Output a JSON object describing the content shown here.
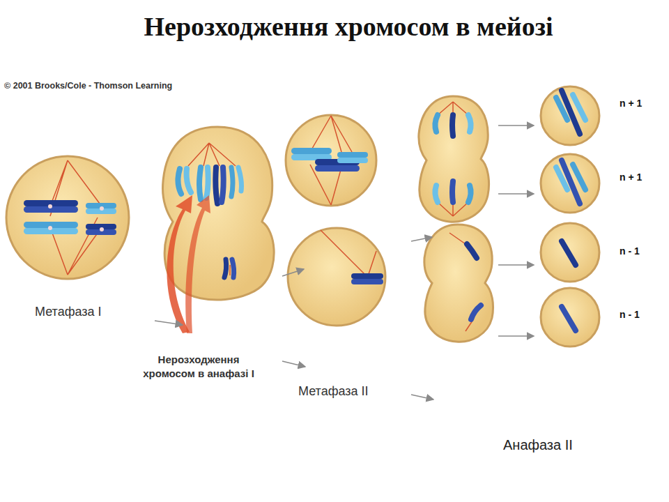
{
  "diagram": {
    "title": "Нерозходження хромосом в мейозі",
    "labels": [
      "© 2001 Brooks/Cole - Thomson Learning",
      "Метафаза I",
      "Нерозходження хромосом в анафазі I",
      "Метафаза II",
      "Анафаза II",
      "n + 1",
      "n + 1",
      "n - 1",
      "n - 1"
    ]
  }
}
